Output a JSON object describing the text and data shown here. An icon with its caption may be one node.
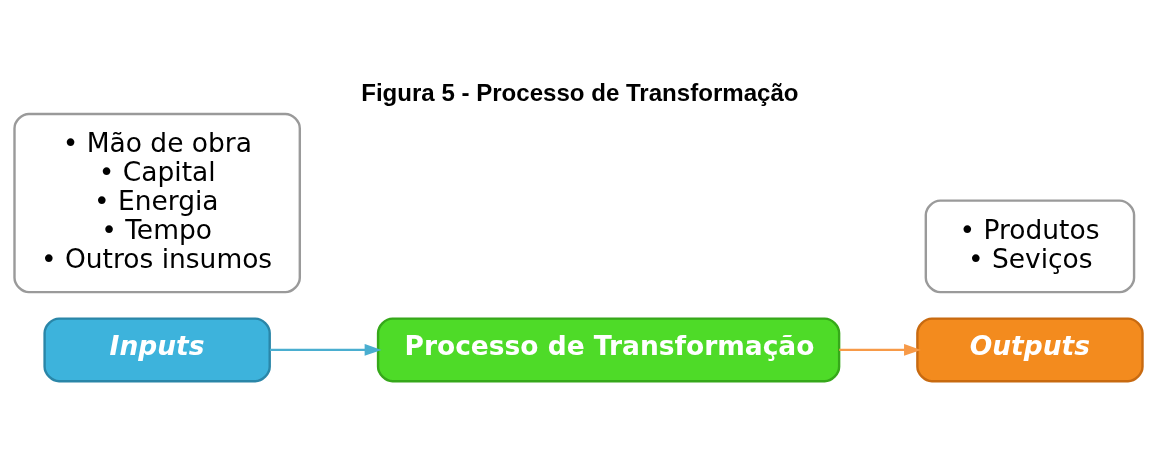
{
  "diagram": {
    "title": "Figura 5 - Processo de Transformação",
    "nodes": [
      {
        "text": [
          "Inputs"
        ]
      },
      {
        "text": [
          "• Mão de obra",
          "• Capital",
          "• Energia",
          "• Tempo",
          "• Outros insumos"
        ]
      },
      {
        "text": [
          "Processo de Transformação"
        ]
      },
      {
        "text": [
          "Outputs"
        ]
      },
      {
        "text": [
          "• Produtos",
          "• Seviços"
        ]
      }
    ],
    "edges": [
      {
        "from": 0,
        "to": 2,
        "arrow": "to",
        "color": "#4aaed0"
      },
      {
        "from": 2,
        "to": 3,
        "arrow": "to",
        "color": "#f79a48"
      }
    ]
  }
}
